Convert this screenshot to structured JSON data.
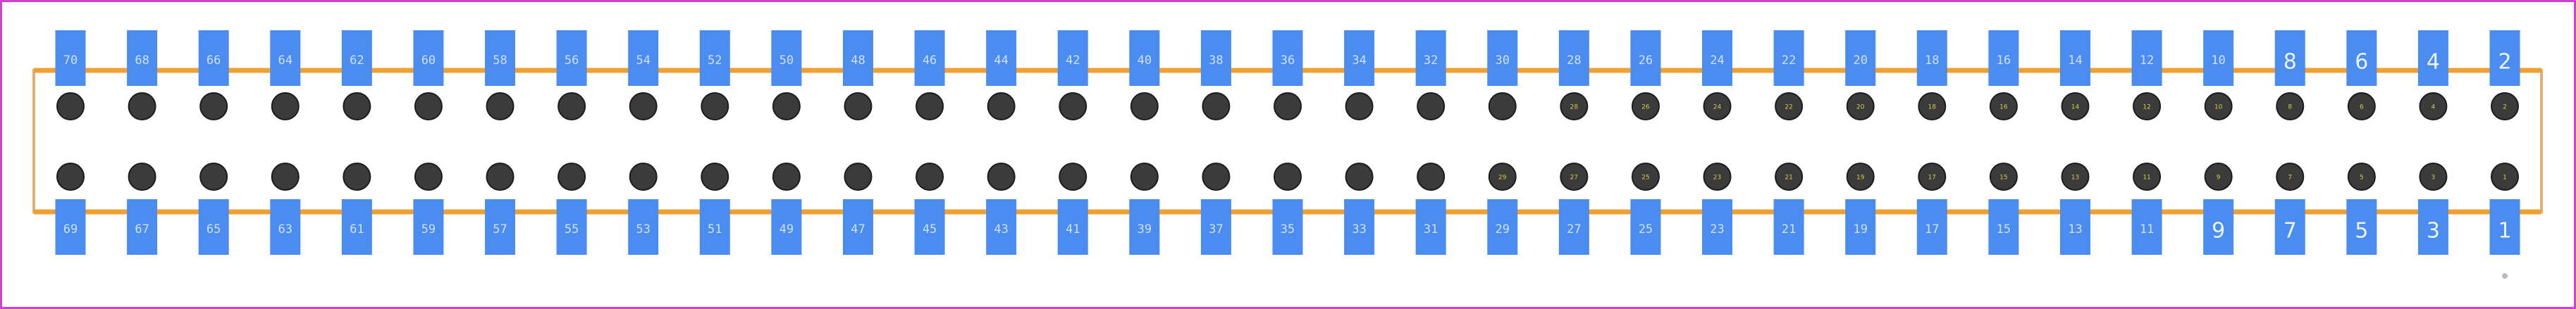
{
  "footprint": {
    "pins_top": [
      "70",
      "68",
      "66",
      "64",
      "62",
      "60",
      "58",
      "56",
      "54",
      "52",
      "50",
      "48",
      "46",
      "44",
      "42",
      "40",
      "38",
      "36",
      "34",
      "32",
      "30",
      "28",
      "26",
      "24",
      "22",
      "20",
      "18",
      "16",
      "14",
      "12",
      "10",
      "8",
      "6",
      "4",
      "2"
    ],
    "pins_bottom": [
      "69",
      "67",
      "65",
      "63",
      "61",
      "59",
      "57",
      "55",
      "53",
      "51",
      "49",
      "47",
      "45",
      "43",
      "41",
      "39",
      "37",
      "35",
      "33",
      "31",
      "29",
      "27",
      "25",
      "23",
      "21",
      "19",
      "17",
      "15",
      "13",
      "11",
      "9",
      "7",
      "5",
      "3",
      "1"
    ],
    "hole_labels_top": [
      "",
      "",
      "",
      "",
      "",
      "",
      "",
      "",
      "",
      "",
      "",
      "",
      "",
      "",
      "",
      "",
      "",
      "",
      "",
      "",
      "",
      "28",
      "26",
      "24",
      "22",
      "20",
      "18",
      "16",
      "14",
      "12",
      "10",
      "8",
      "6",
      "4",
      "2"
    ],
    "hole_labels_bottom": [
      "",
      "",
      "",
      "",
      "",
      "",
      "",
      "",
      "",
      "",
      "",
      "",
      "",
      "",
      "",
      "",
      "",
      "",
      "",
      "",
      "29",
      "27",
      "25",
      "23",
      "21",
      "19",
      "17",
      "15",
      "13",
      "11",
      "9",
      "7",
      "5",
      "3",
      "1"
    ],
    "colors": {
      "pad": "#4a8cf0",
      "pad_label": "#cfe0ff",
      "pad_label_large": "#eef4ff",
      "outline_silk": "#f0a030",
      "outline_courtyard": "#e0b070",
      "hole": "#3b3b3b",
      "hole_ring": "#1c1c1c",
      "hole_label": "#d4c84a",
      "border": "#cc44cc",
      "marker": "#bbbbbb"
    }
  }
}
